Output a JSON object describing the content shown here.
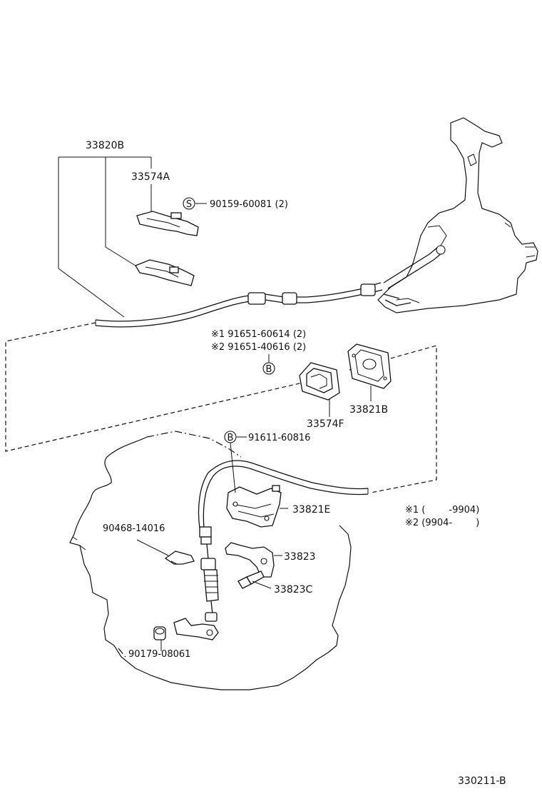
{
  "parts": {
    "p33820B": "33820B",
    "p33574A": "33574A",
    "pS_code": "S",
    "p90159": "90159-60081 (2)",
    "note1_line": "※1 91651-60614 (2)",
    "note2_line": "※2 91651-40616 (2)",
    "pB_code": "B",
    "p33574F": "33574F",
    "p33821B": "33821B",
    "p91611": "91611-60816",
    "p33821E": "33821E",
    "p90468": "90468-14016",
    "p33823": "33823",
    "p33823C": "33823C",
    "p90179": "90179-08061"
  },
  "legend": {
    "l1": "※1 (        -9904)",
    "l2": "※2 (9904-        )"
  },
  "figure_code": "330211-B"
}
